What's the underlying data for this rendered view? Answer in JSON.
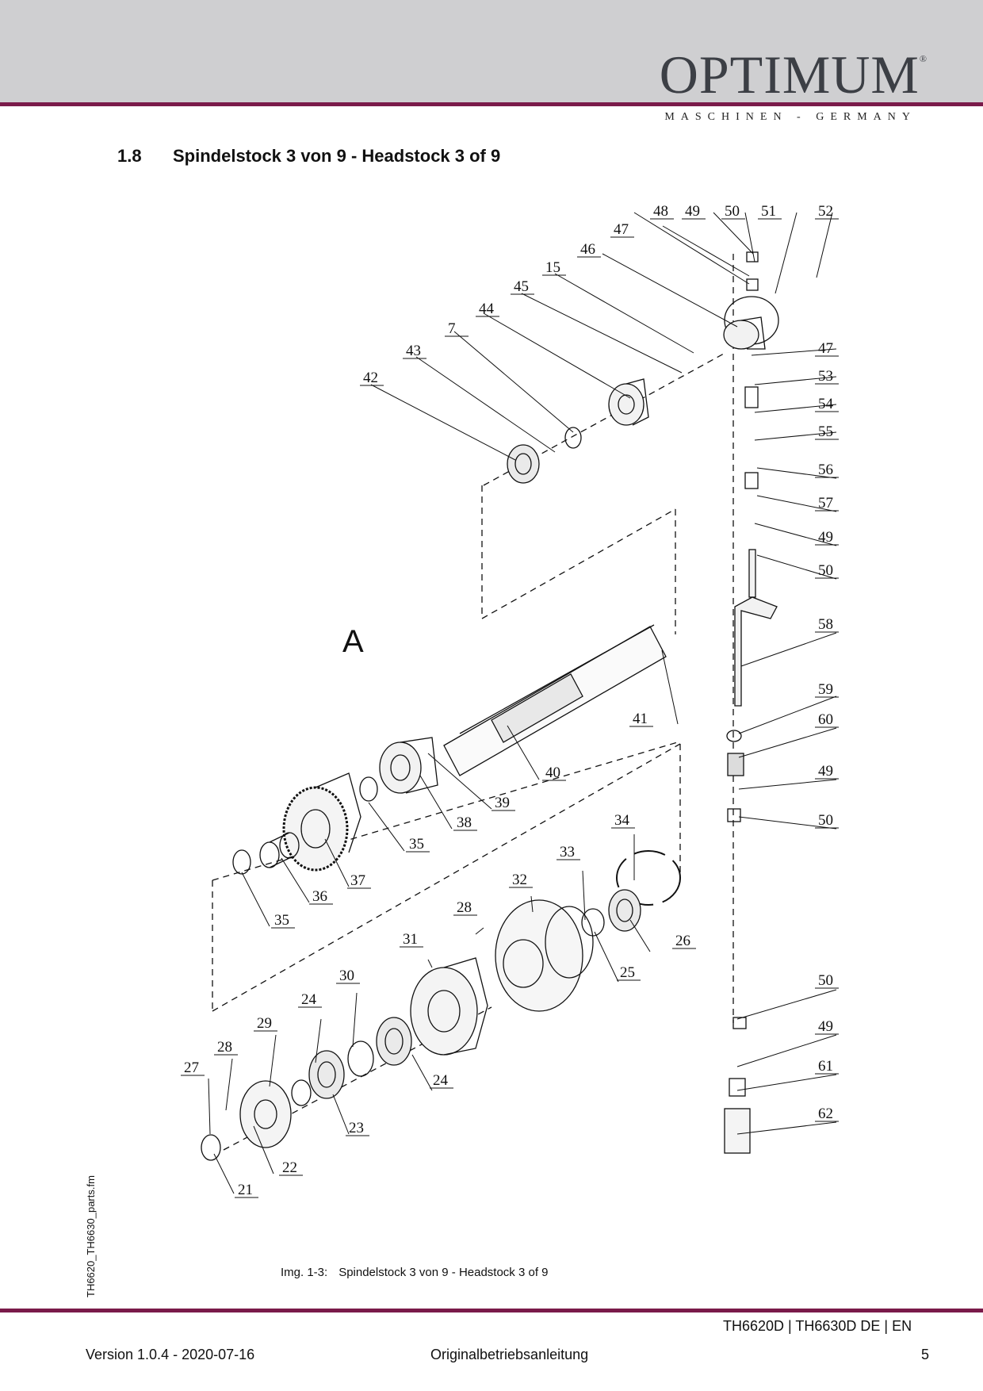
{
  "header": {
    "brand": "OPTIMUM",
    "registered_mark": "®",
    "tagline": "MASCHINEN - GERMANY"
  },
  "section": {
    "number": "1.8",
    "title": "Spindelstock 3 von 9 - Headstock  3 of 9"
  },
  "drawing": {
    "group_label": "A",
    "part_labels": [
      "48",
      "49",
      "50",
      "51",
      "52",
      "47",
      "46",
      "15",
      "45",
      "44",
      "7",
      "43",
      "42",
      "47",
      "53",
      "54",
      "55",
      "56",
      "57",
      "49",
      "50",
      "58",
      "59",
      "60",
      "49",
      "50",
      "41",
      "40",
      "39",
      "38",
      "35",
      "37",
      "36",
      "35",
      "34",
      "33",
      "32",
      "28",
      "31",
      "26",
      "25",
      "30",
      "24",
      "29",
      "28",
      "27",
      "24",
      "23",
      "22",
      "21",
      "50",
      "49",
      "61",
      "62"
    ]
  },
  "caption": {
    "label": "Img. 1-3:",
    "text": "Spindelstock 3 von 9 - Headstock  3 of 9"
  },
  "side_file": "TH6620_TH6630_parts.fm",
  "footer": {
    "models": "TH6620D | TH6630D    DE | EN",
    "version": "Version 1.0.4 - 2020-07-16",
    "doc_type": "Originalbetriebsanleitung",
    "page": "5"
  }
}
